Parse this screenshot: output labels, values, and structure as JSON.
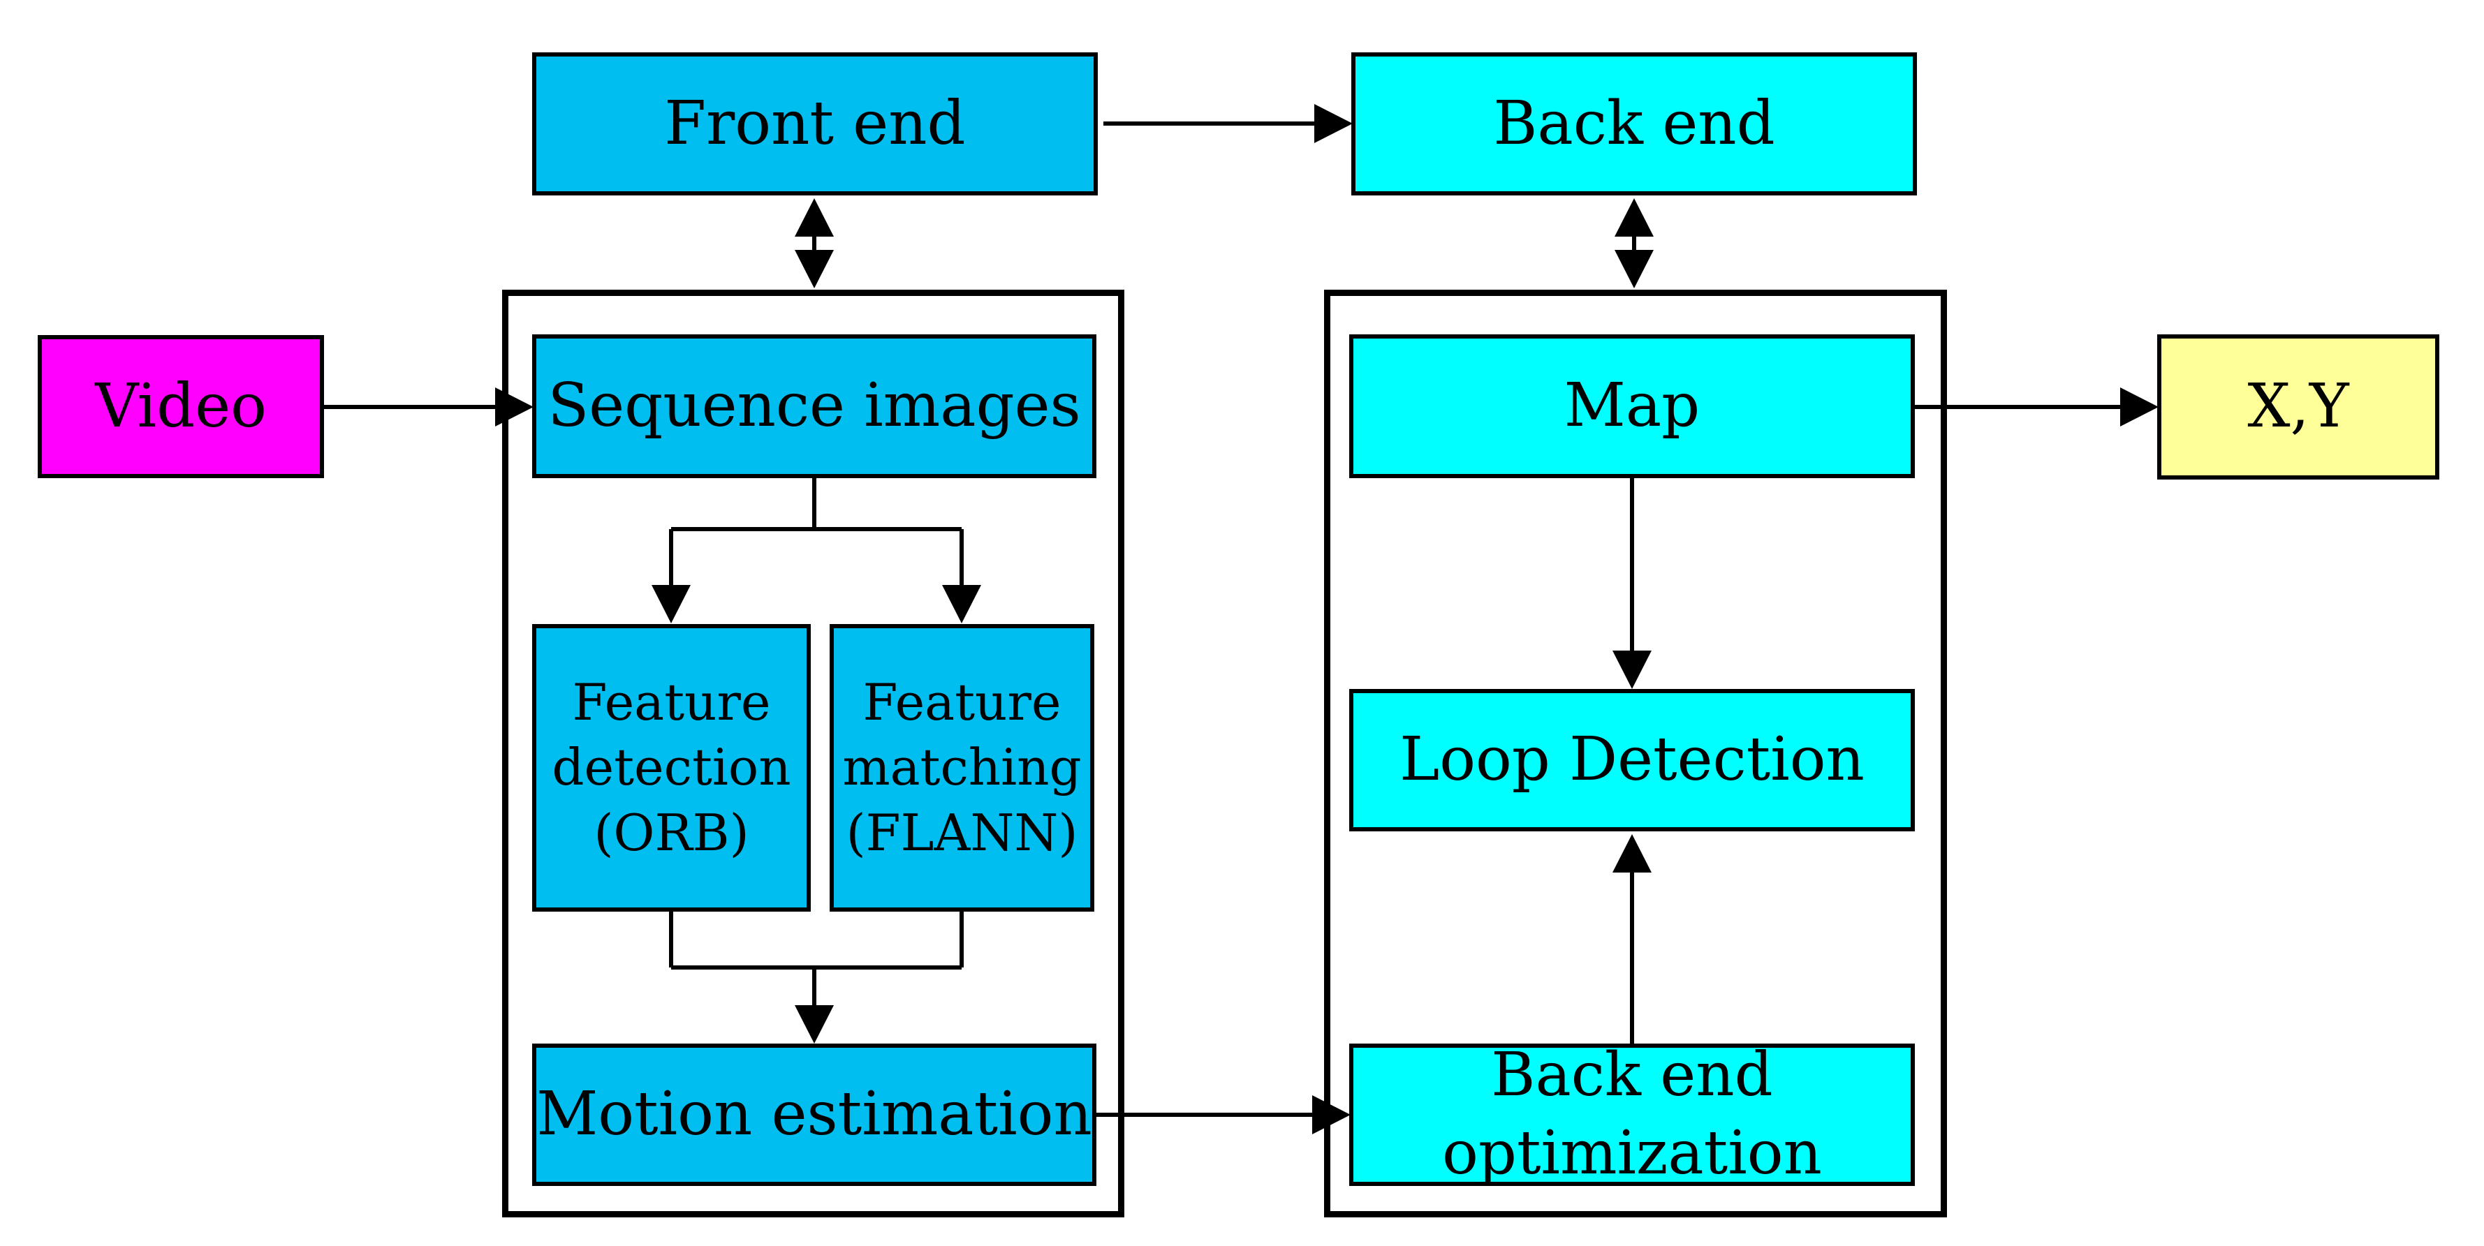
{
  "diagram": {
    "title": "Visual SLAM pipeline flowchart",
    "colors": {
      "front_pipeline_fill": "#00BFF0",
      "back_pipeline_fill": "#00FFFF",
      "input_fill": "#FF00FF",
      "output_fill": "#FFFF99",
      "line": "#000000",
      "background": "#FFFFFF"
    },
    "nodes": {
      "front_end": {
        "label": "Front end",
        "color": "#00BFF0"
      },
      "back_end": {
        "label": "Back end",
        "color": "#00FFFF"
      },
      "video": {
        "label": "Video",
        "color": "#FF00FF"
      },
      "sequence_images": {
        "label": "Sequence images",
        "color": "#00BFF0"
      },
      "feature_detection": {
        "label": "Feature detection (ORB)",
        "color": "#00BFF0"
      },
      "feature_matching": {
        "label": "Feature matching (FLANN)",
        "color": "#00BFF0"
      },
      "motion_estimation": {
        "label": "Motion estimation",
        "color": "#00BFF0"
      },
      "map": {
        "label": "Map",
        "color": "#00FFFF"
      },
      "loop_detection": {
        "label": "Loop Detection",
        "color": "#00FFFF"
      },
      "back_end_optimization": {
        "label": "Back end optimization",
        "color": "#00FFFF"
      },
      "xy_output": {
        "label": "X,Y",
        "color": "#FFFF99"
      }
    },
    "edges": [
      {
        "from": "front_end",
        "to": "back_end",
        "type": "arrow"
      },
      {
        "from": "front_end",
        "to": "front_container",
        "type": "double-arrow"
      },
      {
        "from": "back_end",
        "to": "back_container",
        "type": "double-arrow"
      },
      {
        "from": "video",
        "to": "sequence_images",
        "type": "arrow"
      },
      {
        "from": "sequence_images",
        "to": "feature_detection",
        "type": "arrow"
      },
      {
        "from": "sequence_images",
        "to": "feature_matching",
        "type": "arrow"
      },
      {
        "from": "feature_detection",
        "to": "motion_estimation",
        "type": "arrow"
      },
      {
        "from": "feature_matching",
        "to": "motion_estimation",
        "type": "arrow"
      },
      {
        "from": "motion_estimation",
        "to": "back_end_optimization",
        "type": "arrow"
      },
      {
        "from": "map",
        "to": "loop_detection",
        "type": "arrow"
      },
      {
        "from": "back_end_optimization",
        "to": "loop_detection",
        "type": "arrow"
      },
      {
        "from": "map",
        "to": "xy_output",
        "type": "arrow"
      }
    ]
  }
}
